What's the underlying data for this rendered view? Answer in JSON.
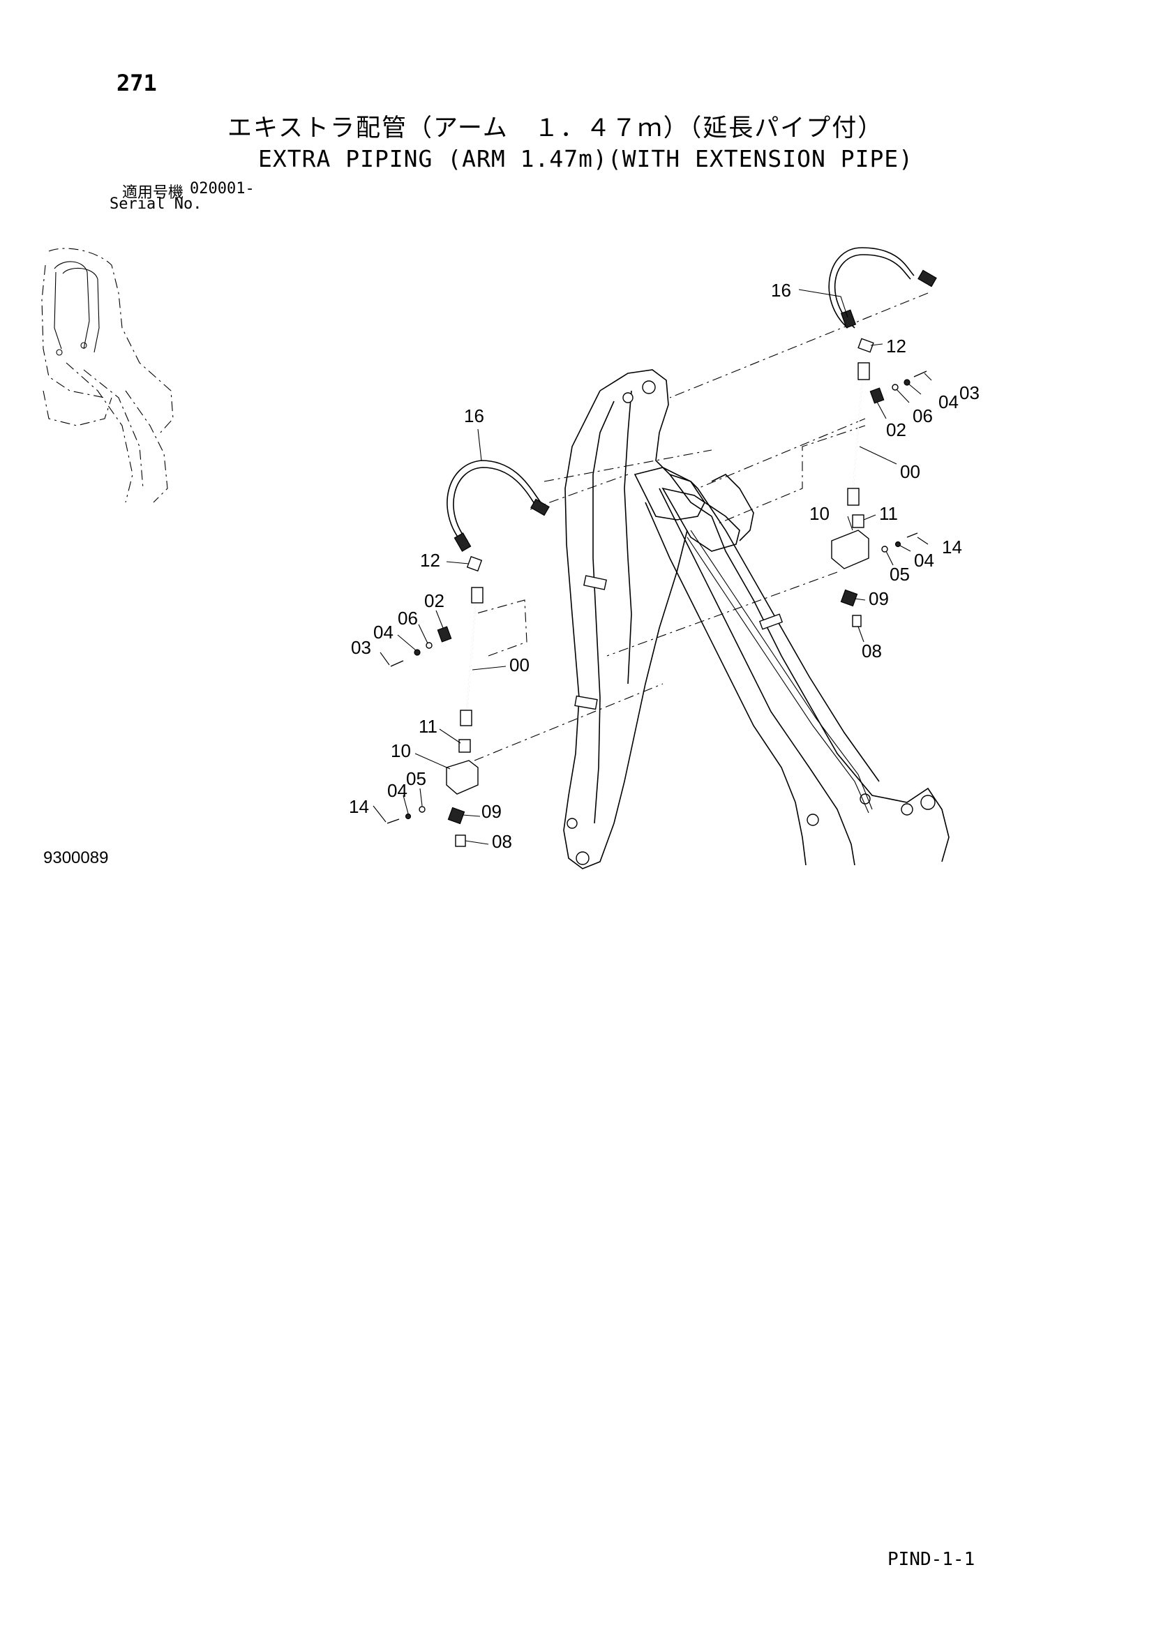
{
  "page_number": "271",
  "title_ja": "エキストラ配管（アーム　１．４７ｍ）（延長パイプ付）",
  "title_en": "EXTRA PIPING (ARM 1.47m)(WITH EXTENSION PIPE)",
  "serial": {
    "label_ja": "適用号機",
    "label_en": "Serial No.",
    "value": "020001-"
  },
  "drawing_number": "9300089",
  "footer_code": "PIND-1-1",
  "callouts": {
    "right": [
      "16",
      "12",
      "03",
      "04",
      "06",
      "02",
      "00",
      "10",
      "11",
      "14",
      "04",
      "05",
      "09",
      "08"
    ],
    "left": [
      "16",
      "12",
      "02",
      "06",
      "04",
      "03",
      "00",
      "11",
      "10",
      "05",
      "04",
      "14",
      "09",
      "08"
    ]
  }
}
